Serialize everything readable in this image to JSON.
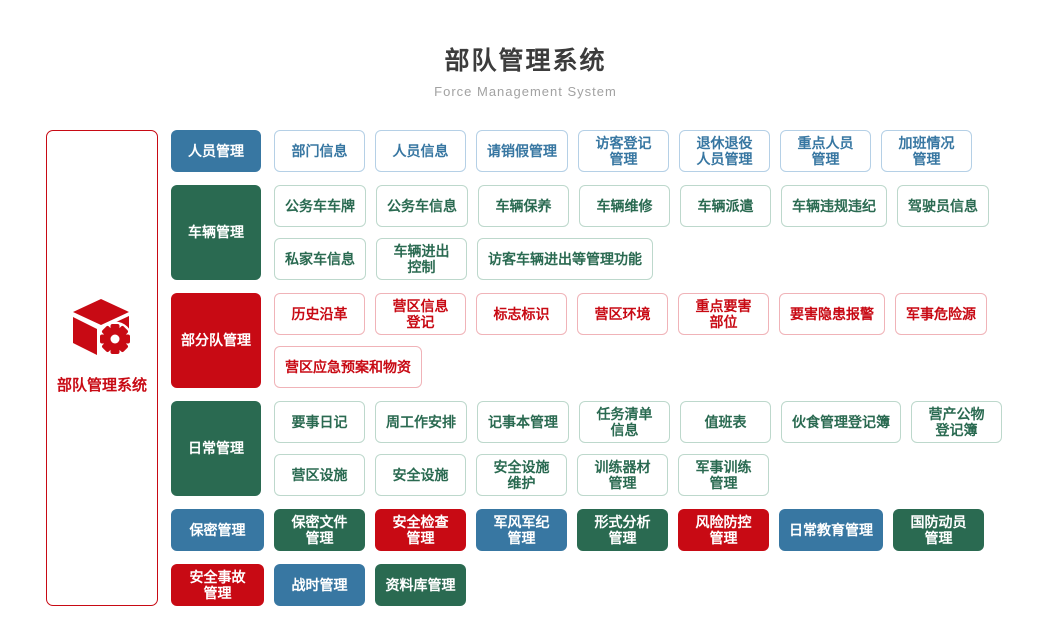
{
  "header": {
    "title": "部队管理系统",
    "subtitle": "Force Management System"
  },
  "sidebar": {
    "label": "部队管理系统",
    "icon": "cube-gear-icon"
  },
  "colors": {
    "blue": "#3877a2",
    "green": "#2a6a51",
    "red": "#c80a14",
    "blueLight": "#b5d0e6",
    "greenLight": "#bdd8cc",
    "redLight": "#f0b3b8",
    "title": "#3c3c3c",
    "subtitle": "#a2a2a2"
  },
  "sections": [
    {
      "id": "personnel",
      "color": "blue",
      "header": "人员管理",
      "rows": [
        [
          "部门信息",
          "人员信息",
          "请销假管理",
          "访客登记\n管理",
          "退休退役\n人员管理",
          "重点人员\n管理",
          "加班情况\n管理"
        ]
      ]
    },
    {
      "id": "vehicle",
      "color": "green",
      "header": "车辆管理",
      "rows": [
        [
          "公务车车牌",
          "公务车信息",
          "车辆保养",
          "车辆维修",
          "车辆派遣",
          "车辆违规违纪",
          "驾驶员信息"
        ],
        [
          "私家车信息",
          "车辆进出\n控制",
          "访客车辆进出等管理功能"
        ]
      ]
    },
    {
      "id": "sub-unit",
      "color": "red",
      "header": "部分队管理",
      "rows": [
        [
          "历史沿革",
          "营区信息\n登记",
          "标志标识",
          "营区环境",
          "重点要害\n部位",
          "要害隐患报警",
          "军事危险源"
        ],
        [
          "营区应急预案和物资"
        ]
      ]
    },
    {
      "id": "daily",
      "color": "green",
      "header": "日常管理",
      "rows": [
        [
          "要事日记",
          "周工作安排",
          "记事本管理",
          "任务清单\n信息",
          "值班表",
          "伙食管理登记簿",
          "营产公物\n登记簿"
        ],
        [
          "营区设施",
          "安全设施",
          "安全设施\n维护",
          "训练器材\n管理",
          "军事训练\n管理"
        ]
      ]
    }
  ],
  "solid_rows": [
    [
      {
        "label": "保密管理",
        "color": "blue"
      },
      {
        "label": "保密文件\n管理",
        "color": "green"
      },
      {
        "label": "安全检查\n管理",
        "color": "red"
      },
      {
        "label": "军风军纪\n管理",
        "color": "blue"
      },
      {
        "label": "形式分析\n管理",
        "color": "green"
      },
      {
        "label": "风险防控\n管理",
        "color": "red"
      },
      {
        "label": "日常教育管理",
        "color": "blue"
      },
      {
        "label": "国防动员\n管理",
        "color": "green"
      }
    ],
    [
      {
        "label": "安全事故\n管理",
        "color": "red"
      },
      {
        "label": "战时管理",
        "color": "blue"
      },
      {
        "label": "资料库管理",
        "color": "green"
      }
    ]
  ]
}
